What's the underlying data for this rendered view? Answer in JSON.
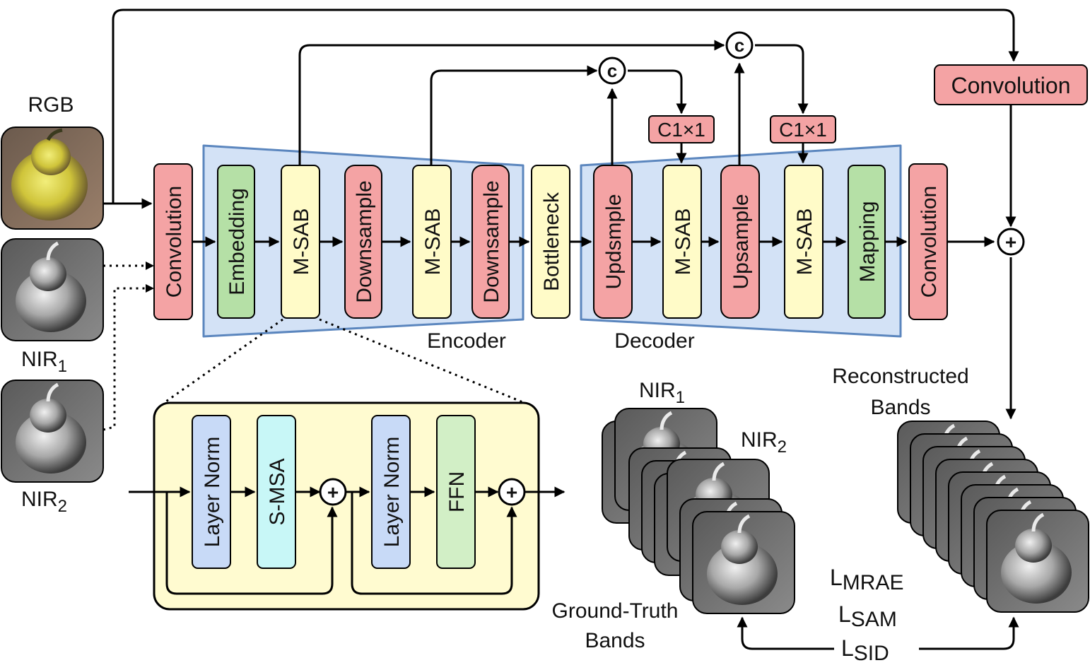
{
  "inputs": {
    "rgb": "RGB",
    "nir1_base": "NIR",
    "nir1_sub": "1",
    "nir2_base": "NIR",
    "nir2_sub": "2"
  },
  "blocks": {
    "conv_in": "Convolution",
    "embedding": "Embedding",
    "msab_1": "M-SAB",
    "down_1": "Downsample",
    "msab_2": "M-SAB",
    "down_2": "Downsample",
    "bottleneck": "Bottleneck",
    "up_1": "Updsmple",
    "msab_3": "M-SAB",
    "up_2": "Upsample",
    "msab_4": "M-SAB",
    "mapping": "Mapping",
    "conv_out": "Convolution",
    "conv_skip": "Convolution",
    "c1x1_a": "C1×1",
    "c1x1_b": "C1×1"
  },
  "group_labels": {
    "encoder": "Encoder",
    "decoder": "Decoder"
  },
  "concat_symbol": "c",
  "add_symbol": "+",
  "msab_detail": {
    "layer_norm_1": "Layer Norm",
    "smsa": "S-MSA",
    "layer_norm_2": "Layer Norm",
    "ffn": "FFN"
  },
  "outputs": {
    "gt_nir1_base": "NIR",
    "gt_nir1_sub": "1",
    "gt_nir2_base": "NIR",
    "gt_nir2_sub": "2",
    "ground_truth_line1": "Ground-Truth",
    "ground_truth_line2": "Bands",
    "reconstructed_line1": "Reconstructed",
    "reconstructed_line2": "Bands"
  },
  "losses": {
    "mrae_base": "L",
    "mrae_sub": "MRAE",
    "sam_base": "L",
    "sam_sub": "SAM",
    "sid_base": "L",
    "sid_sub": "SID"
  },
  "colors": {
    "red_block": "#f4a3a4",
    "yellow_block": "#fffbc8",
    "green_block": "#b5e0a6",
    "blue_block": "#c8daf7",
    "cyan_block": "#c8f7f7",
    "panel_blue": "#d3e2f6",
    "panel_yellow": "#fffbd0"
  }
}
